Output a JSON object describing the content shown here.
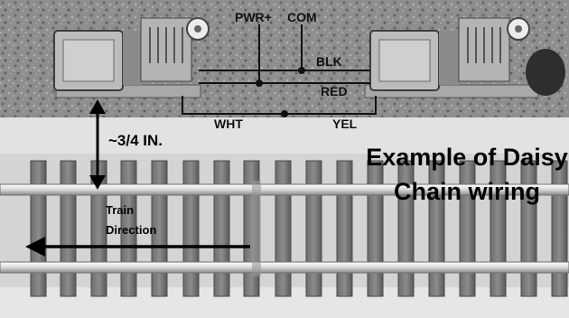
{
  "labels": {
    "pwr": "PWR+",
    "com": "COM",
    "blk": "BLK",
    "red": "RED",
    "wht": "WHT",
    "yel": "YEL",
    "distance": "~3/4 IN.",
    "train_line1": "Train",
    "train_line2": "Direction",
    "caption_line1": "Example of Daisy",
    "caption_line2": "Chain wiring"
  }
}
